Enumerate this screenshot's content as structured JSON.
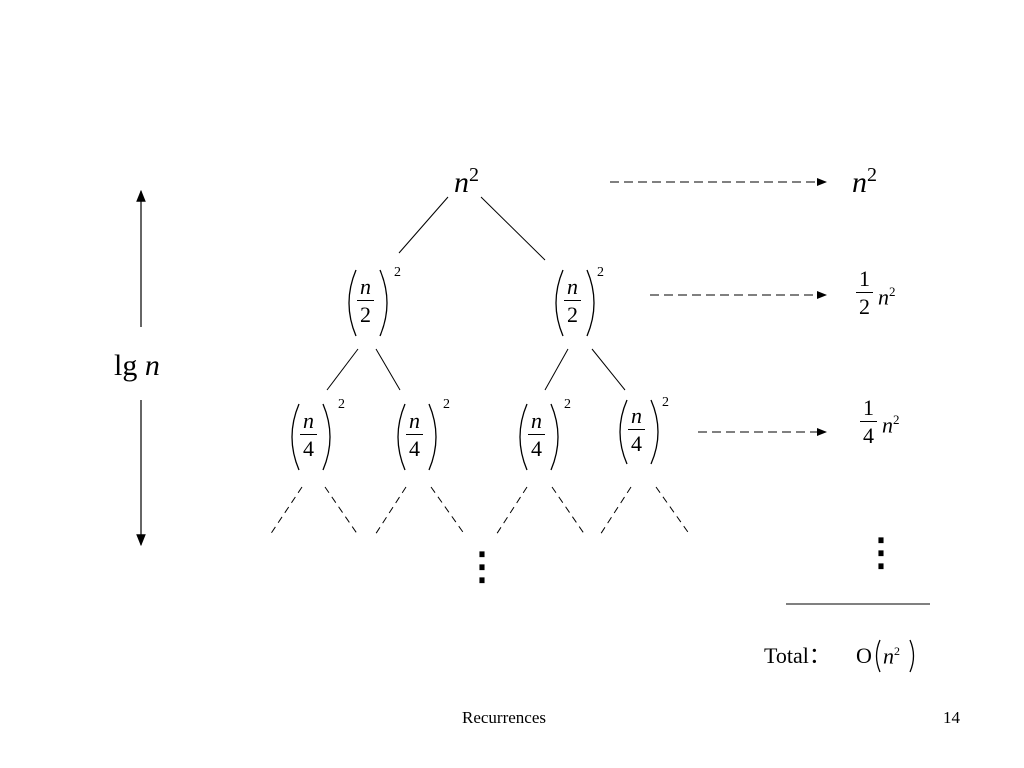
{
  "height_label": {
    "prefix": "lg",
    "variable": "n"
  },
  "tree": {
    "root": {
      "base": "n",
      "exp": "2"
    },
    "level1_node": {
      "numerator": "n",
      "denominator": "2",
      "exp": "2"
    },
    "level2_node": {
      "numerator": "n",
      "denominator": "4",
      "exp": "2"
    },
    "continuation": "⋮"
  },
  "level_sums": [
    {
      "coefficient": "",
      "base": "n",
      "exp": "2"
    },
    {
      "coef_num": "1",
      "coef_den": "2",
      "base": "n",
      "exp": "2"
    },
    {
      "coef_num": "1",
      "coef_den": "4",
      "base": "n",
      "exp": "2"
    }
  ],
  "sum_continuation": "⋮",
  "total": {
    "label": "Total：",
    "func": "O",
    "base": "n",
    "exp": "2"
  },
  "footer": {
    "title": "Recurrences",
    "page": "14"
  }
}
